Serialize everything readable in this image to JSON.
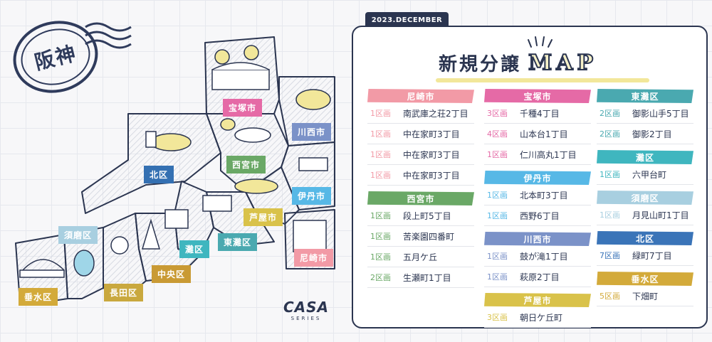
{
  "stamp": {
    "label": "阪神"
  },
  "date_tag": "2023.DECEMBER",
  "title": {
    "jp": "新規分譲",
    "en": "MAP"
  },
  "logo": {
    "main": "CASA",
    "sub": "SERIES"
  },
  "colors": {
    "navy": "#2b3550",
    "amagasaki": "#f29aa6",
    "nishinomiya": "#6aa866",
    "takarazuka": "#e56aa6",
    "itami": "#57b8e6",
    "kawanishi": "#7b92c8",
    "ashiya": "#d9c24a",
    "higashinada": "#4aa9b0",
    "nada": "#3fb6bf",
    "suma": "#a8cfe0",
    "kita": "#3470b2",
    "tarumi": "#d3aa3a",
    "chuo": "#c99a34",
    "nagata": "#c9a83e",
    "hokku": "#3a74b8"
  },
  "map_labels": [
    {
      "id": "takarazuka",
      "text": "宝塚市"
    },
    {
      "id": "kawanishi",
      "text": "川西市"
    },
    {
      "id": "nishinomiya",
      "text": "西宮市"
    },
    {
      "id": "kita",
      "text": "北区"
    },
    {
      "id": "itami",
      "text": "伊丹市"
    },
    {
      "id": "ashiya",
      "text": "芦屋市"
    },
    {
      "id": "higashinada",
      "text": "東灘区"
    },
    {
      "id": "nada",
      "text": "灘区"
    },
    {
      "id": "suma",
      "text": "須磨区"
    },
    {
      "id": "chuo",
      "text": "中央区"
    },
    {
      "id": "amagasaki",
      "text": "尼崎市"
    },
    {
      "id": "tarumi",
      "text": "垂水区"
    },
    {
      "id": "nagata",
      "text": "長田区"
    }
  ],
  "columns": [
    {
      "sections": [
        {
          "name": "尼崎市",
          "color_key": "amagasaki",
          "rows": [
            {
              "plots": "1区画",
              "town": "南武庫之荘2丁目"
            },
            {
              "plots": "1区画",
              "town": "中在家町3丁目"
            },
            {
              "plots": "1区画",
              "town": "中在家町3丁目"
            },
            {
              "plots": "1区画",
              "town": "中在家町3丁目"
            }
          ]
        },
        {
          "name": "西宮市",
          "color_key": "nishinomiya",
          "rows": [
            {
              "plots": "1区画",
              "town": "段上町5丁目"
            },
            {
              "plots": "1区画",
              "town": "苦楽園四番町"
            },
            {
              "plots": "1区画",
              "town": "五月ケ丘"
            },
            {
              "plots": "2区画",
              "town": "生瀬町1丁目"
            }
          ]
        }
      ]
    },
    {
      "sections": [
        {
          "name": "宝塚市",
          "color_key": "takarazuka",
          "rows": [
            {
              "plots": "3区画",
              "town": "千種4丁目"
            },
            {
              "plots": "4区画",
              "town": "山本台1丁目"
            },
            {
              "plots": "1区画",
              "town": "仁川高丸1丁目"
            }
          ]
        },
        {
          "name": "伊丹市",
          "color_key": "itami",
          "rows": [
            {
              "plots": "1区画",
              "town": "北本町3丁目"
            },
            {
              "plots": "1区画",
              "town": "西野6丁目"
            }
          ]
        },
        {
          "name": "川西市",
          "color_key": "kawanishi",
          "rows": [
            {
              "plots": "1区画",
              "town": "鼓が滝1丁目"
            },
            {
              "plots": "1区画",
              "town": "萩原2丁目"
            }
          ]
        },
        {
          "name": "芦屋市",
          "color_key": "ashiya",
          "rows": [
            {
              "plots": "3区画",
              "town": "朝日ケ丘町"
            }
          ]
        }
      ]
    },
    {
      "sections": [
        {
          "name": "東灘区",
          "color_key": "higashinada",
          "rows": [
            {
              "plots": "2区画",
              "town": "御影山手5丁目"
            },
            {
              "plots": "2区画",
              "town": "御影2丁目"
            }
          ]
        },
        {
          "name": "灘区",
          "color_key": "nada",
          "rows": [
            {
              "plots": "1区画",
              "town": "六甲台町"
            }
          ]
        },
        {
          "name": "須磨区",
          "color_key": "suma",
          "rows": [
            {
              "plots": "1区画",
              "town": "月見山町1丁目"
            }
          ]
        },
        {
          "name": "北区",
          "color_key": "hokku",
          "rows": [
            {
              "plots": "7区画",
              "town": "緑町7丁目"
            }
          ]
        },
        {
          "name": "垂水区",
          "color_key": "tarumi",
          "rows": [
            {
              "plots": "5区画",
              "town": "下畑町"
            }
          ]
        }
      ]
    }
  ]
}
